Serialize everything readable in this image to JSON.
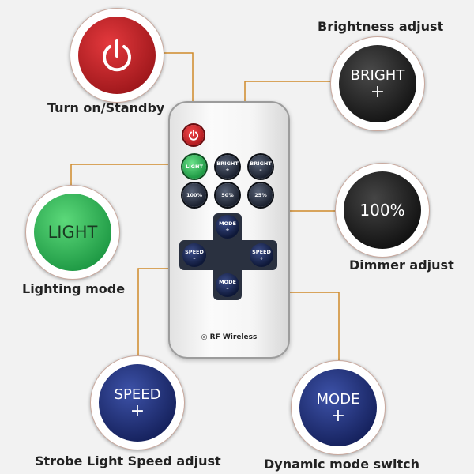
{
  "callouts": {
    "power": {
      "caption": "Turn on/Standby"
    },
    "bright": {
      "label": "BRIGHT",
      "sub": "+",
      "caption": "Brightness adjust"
    },
    "light": {
      "label": "LIGHT",
      "caption": "Lighting mode"
    },
    "dimmer": {
      "label": "100%",
      "caption": "Dimmer adjust"
    },
    "speed": {
      "label": "SPEED",
      "sub": "+",
      "caption": "Strobe Light Speed adjust"
    },
    "mode": {
      "label": "MODE",
      "sub": "+",
      "caption": "Dynamic mode switch"
    }
  },
  "remote": {
    "buttons": {
      "light": "LIGHT",
      "bright_plus": {
        "label": "BRIGHT",
        "sub": "+"
      },
      "bright_minus": {
        "label": "BRIGHT",
        "sub": "–"
      },
      "p100": "100%",
      "p50": "50%",
      "p25": "25%",
      "mode_plus": {
        "label": "MODE",
        "sub": "+"
      },
      "speed_minus": {
        "label": "SPEED",
        "sub": "–"
      },
      "speed_plus": {
        "label": "SPEED",
        "sub": "+"
      },
      "mode_minus": {
        "label": "MODE",
        "sub": "–"
      }
    },
    "brand": "RF Wireless"
  },
  "colors": {
    "power_red": "#c8262a",
    "bright_dark": "#2a2a2a",
    "light_green": "#3cbf5e",
    "dimmer_dark": "#262626",
    "speed_blue": "#2a3c8a",
    "mode_blue": "#2d3f8a",
    "wire": "#d08a2a"
  }
}
